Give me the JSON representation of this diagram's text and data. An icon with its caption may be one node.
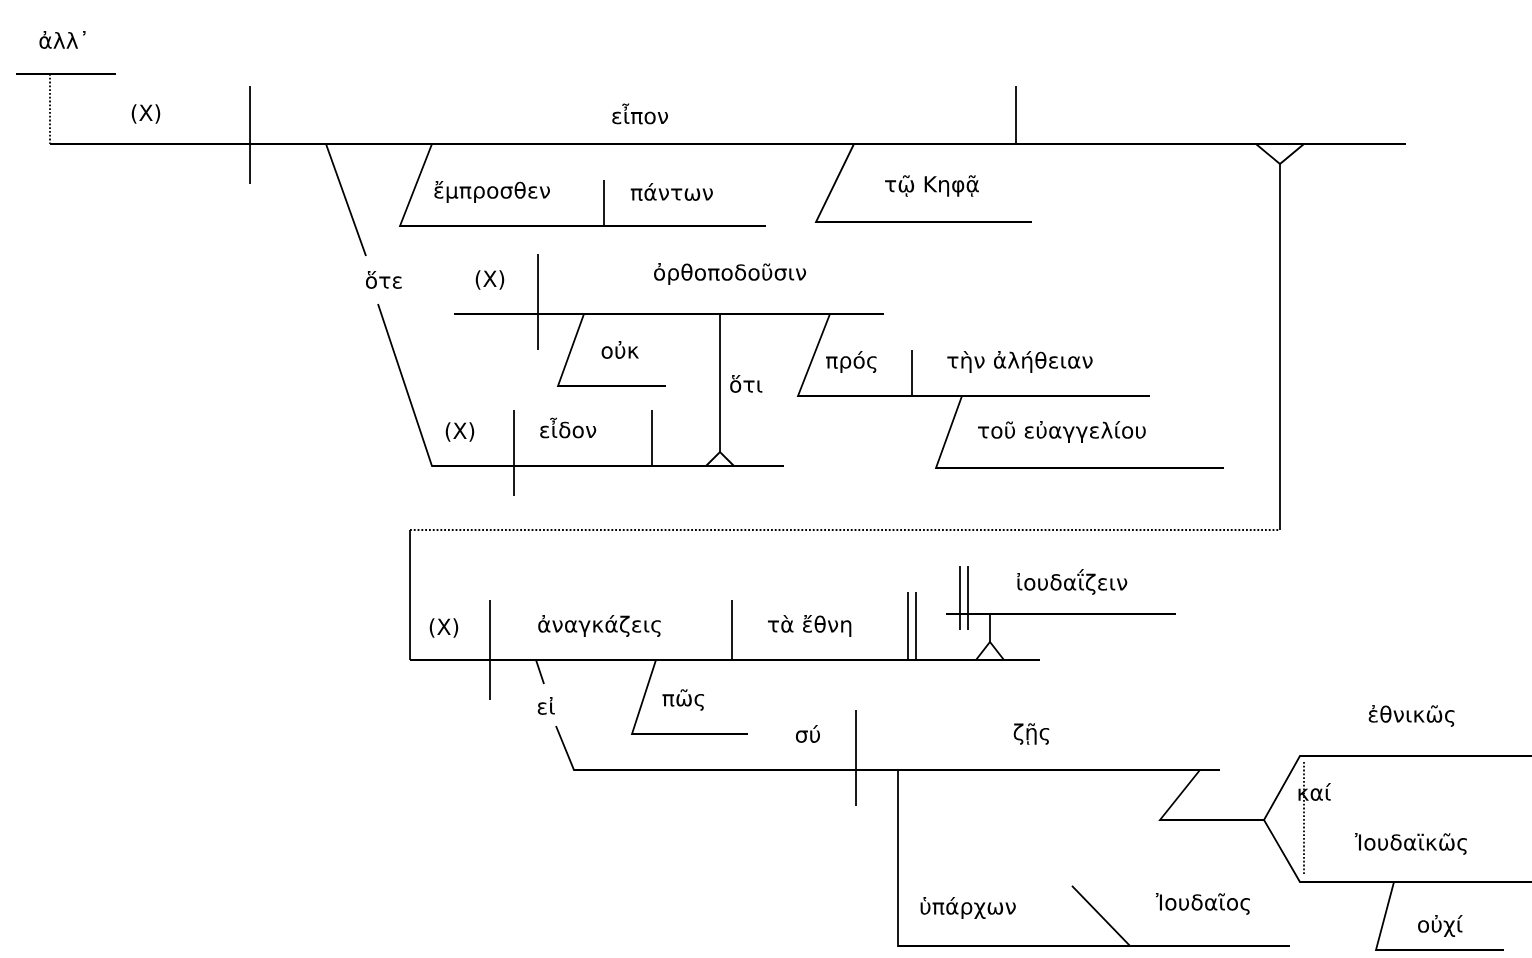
{
  "diagram": {
    "labels": [
      "ἀλλ᾽",
      "(X)",
      "εἶπον",
      "ἔμπροσθεν",
      "πάντων",
      "τῷ Κηφᾷ",
      "ὅτε",
      "(X)",
      "ὀρθοποδοῦσιν",
      "οὐκ",
      "ὅτι",
      "πρός",
      "τὴν ἀλήθειαν",
      "(X)",
      "εἶδον",
      "τοῦ εὐαγγελίου",
      "ἰουδαΐζειν",
      "(X)",
      "ἀναγκάζεις",
      "τὰ ἔθνη",
      "εἰ",
      "πῶς",
      "σύ",
      "ζῇς",
      "ἐθνικῶς",
      "καί",
      "Ἰουδαϊκῶς",
      "ὑπάρχων",
      "Ἰουδαῖος",
      "οὐχί"
    ]
  }
}
